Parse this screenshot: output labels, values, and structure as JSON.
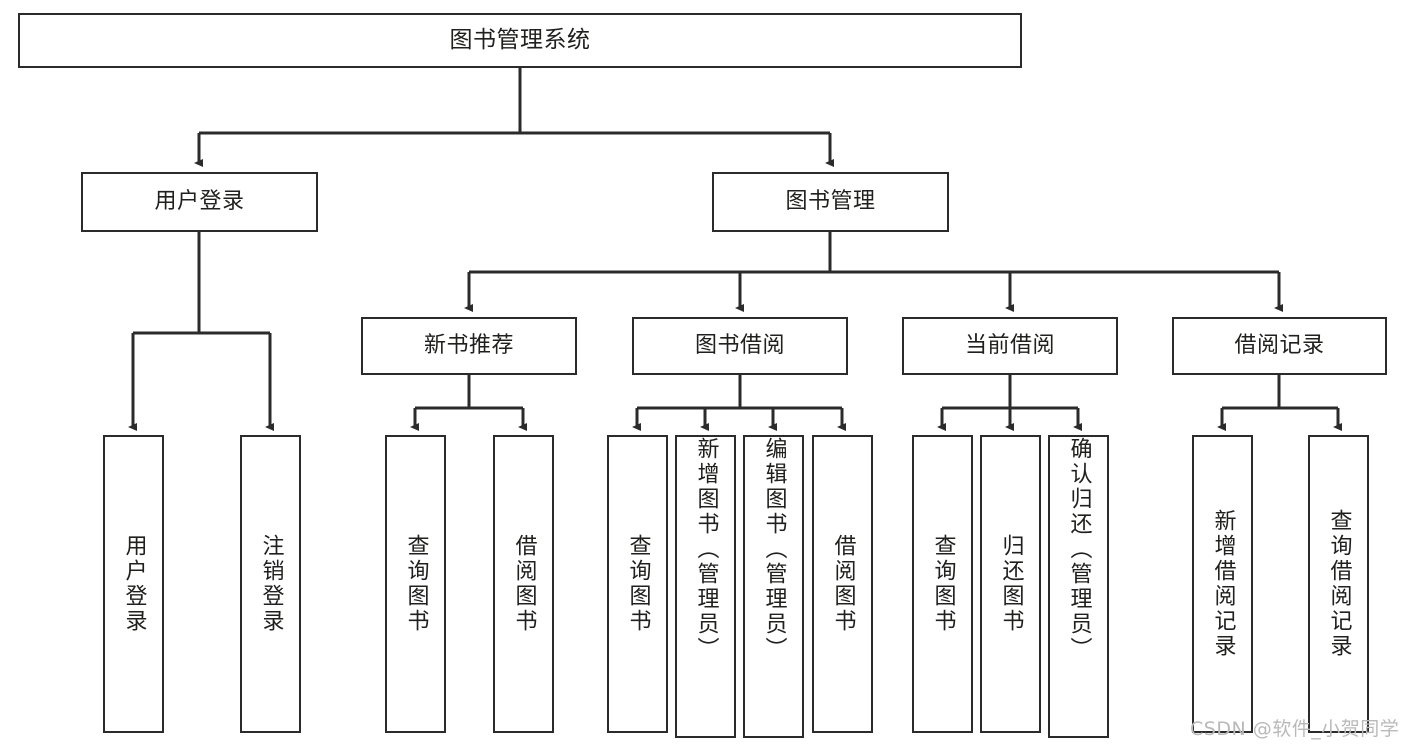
{
  "diagram": {
    "type": "hierarchy-tree",
    "title": "图书管理系统",
    "root": {
      "id": "root",
      "label": "图书管理系统"
    },
    "level1": [
      {
        "id": "user-login",
        "label": "用户登录"
      },
      {
        "id": "book-management",
        "label": "图书管理"
      }
    ],
    "level2": [
      {
        "id": "new-book-recommend",
        "label": "新书推荐",
        "parent": "book-management"
      },
      {
        "id": "book-borrow",
        "label": "图书借阅",
        "parent": "book-management"
      },
      {
        "id": "current-borrow",
        "label": "当前借阅",
        "parent": "book-management"
      },
      {
        "id": "borrow-record",
        "label": "借阅记录",
        "parent": "book-management"
      }
    ],
    "leaves": [
      {
        "id": "leaf-user-login",
        "label": "用户登录",
        "parent": "user-login"
      },
      {
        "id": "leaf-logout-login",
        "label": "注销登录",
        "parent": "user-login"
      },
      {
        "id": "leaf-query-book-1",
        "label": "查询图书",
        "parent": "new-book-recommend"
      },
      {
        "id": "leaf-borrow-book-1",
        "label": "借阅图书",
        "parent": "new-book-recommend"
      },
      {
        "id": "leaf-query-book-2",
        "label": "查询图书",
        "parent": "book-borrow"
      },
      {
        "id": "leaf-add-book",
        "label": "新增图书（管理员）",
        "parent": "book-borrow"
      },
      {
        "id": "leaf-edit-book",
        "label": "编辑图书（管理员）",
        "parent": "book-borrow"
      },
      {
        "id": "leaf-borrow-book-2",
        "label": "借阅图书",
        "parent": "book-borrow"
      },
      {
        "id": "leaf-query-book-3",
        "label": "查询图书",
        "parent": "current-borrow"
      },
      {
        "id": "leaf-return-book",
        "label": "归还图书",
        "parent": "current-borrow"
      },
      {
        "id": "leaf-confirm-return",
        "label": "确认归还（管理员）",
        "parent": "current-borrow"
      },
      {
        "id": "leaf-add-record",
        "label": "新增借阅记录",
        "parent": "borrow-record"
      },
      {
        "id": "leaf-query-record",
        "label": "查询借阅记录",
        "parent": "borrow-record"
      }
    ],
    "colors": {
      "border": "#2b2b2b",
      "text": "#20201f",
      "background": "#ffffff",
      "watermark": "#b9b9b9"
    }
  },
  "watermark": {
    "text": "CSDN @软件_小贺同学"
  }
}
